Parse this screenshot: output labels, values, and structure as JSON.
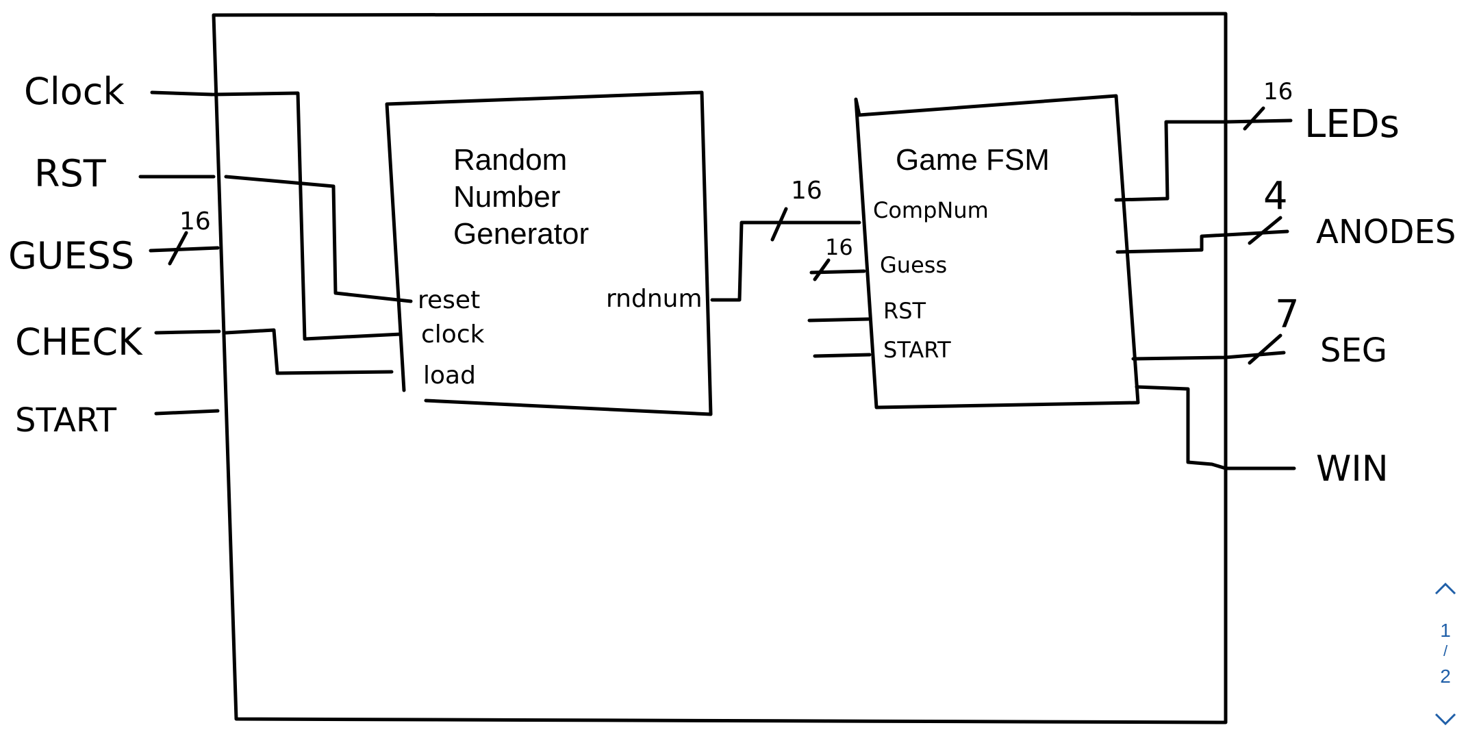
{
  "diagram": {
    "inputs": [
      "Clock",
      "RST",
      "GUESS",
      "CHECK",
      "START"
    ],
    "guess_width": "16",
    "rng": {
      "title_lines": [
        "Random",
        "Number",
        "Generator"
      ],
      "ports_in": [
        "reset",
        "clock",
        "load"
      ],
      "port_out": "rndnum"
    },
    "bus_rng_fsm_width": "16",
    "fsm": {
      "title": "Game FSM",
      "ports_in": [
        "CompNum",
        "Guess",
        "RST",
        "START"
      ],
      "guess_width": "16"
    },
    "outputs": [
      {
        "label": "LEDs",
        "width": "16"
      },
      {
        "label": "ANODES",
        "width": "4"
      },
      {
        "label": "SEG",
        "width": "7"
      },
      {
        "label": "WIN",
        "width": ""
      }
    ]
  },
  "pager": {
    "current": "1",
    "separator": "/",
    "total": "2"
  }
}
